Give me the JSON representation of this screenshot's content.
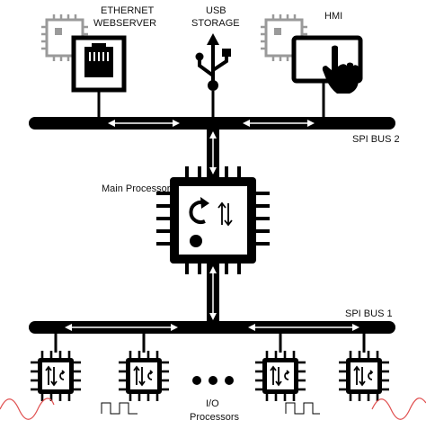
{
  "labels": {
    "ethernet_line1": "ETHERNET",
    "ethernet_line2": "WEBSERVER",
    "usb_line1": "USB",
    "usb_line2": "STORAGE",
    "hmi": "HMI",
    "spi_bus_2": "SPI BUS 2",
    "main_processor": "Main Processor",
    "spi_bus_1": "SPI BUS 1",
    "io_line1": "I/O",
    "io_line2": "Processors"
  },
  "colors": {
    "line": "#000000",
    "chip_gray": "#9a9a9a",
    "analog_wave": "#e05050"
  },
  "icons": {
    "ethernet_port": "ethernet-port-icon",
    "usb": "usb-trident-icon",
    "hmi": "touch-screen-hand-icon",
    "processor": "microchip-icon"
  }
}
